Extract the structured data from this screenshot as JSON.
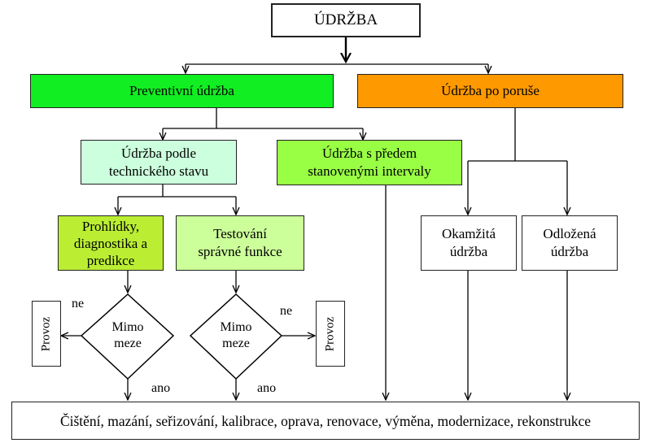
{
  "nodes": {
    "root": "ÚDRŽBA",
    "preventive": "Preventivní údržba",
    "corrective": "Údržba po poruše",
    "condition_line1": "Údržba podle",
    "condition_line2": "technického stavu",
    "interval_line1": "Údržba s předem",
    "interval_line2": "stanovenými intervaly",
    "inspection_line1": "Prohlídky,",
    "inspection_line2": "diagnostika a",
    "inspection_line3": "predikce",
    "testing_line1": "Testování",
    "testing_line2": "správné funkce",
    "immediate_line1": "Okamžitá",
    "immediate_line2": "údržba",
    "deferred_line1": "Odložená",
    "deferred_line2": "údržba",
    "decision_left_line1": "Mimo",
    "decision_left_line2": "meze",
    "decision_right_line1": "Mimo",
    "decision_right_line2": "meze",
    "operation_left": "Provoz",
    "operation_right": "Provoz",
    "actions": "Čištění, mazání, seřizování, kalibrace, oprava, renovace, výměna, modernizace, rekonstrukce"
  },
  "edge_labels": {
    "no_left": "ne",
    "no_right": "ne",
    "yes_left": "ano",
    "yes_right": "ano"
  },
  "colors": {
    "preventive": "#11ee22",
    "corrective": "#ff9900",
    "condition": "#ccffdd",
    "interval": "#99ff44",
    "inspection": "#bbee33",
    "testing": "#ccff99",
    "plain": "#ffffff"
  }
}
